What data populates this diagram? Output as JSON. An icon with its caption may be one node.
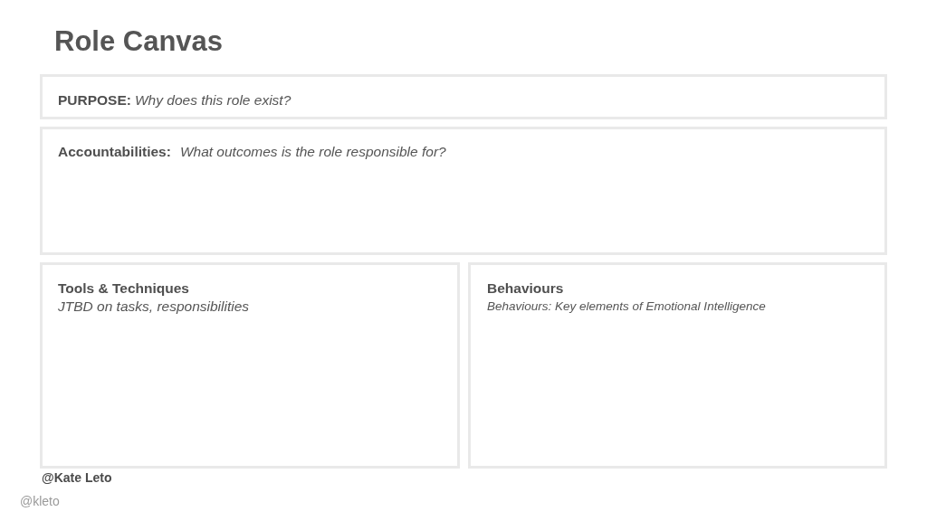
{
  "diagram": {
    "title": "Role Canvas",
    "nodes": [
      {
        "text": [
          "PURPOSE:",
          "Why does this role exist?"
        ]
      },
      {
        "text": [
          "Accountabilities:",
          "What outcomes is the role responsible for?"
        ]
      },
      {
        "text": [
          "Tools & Techniques",
          "JTBD on tasks, responsibilities"
        ]
      },
      {
        "text": [
          "Behaviours",
          "Behaviours: Key elements of Emotional Intelligence"
        ]
      }
    ],
    "labels": [
      "@Kate Leto",
      "@kleto"
    ]
  }
}
